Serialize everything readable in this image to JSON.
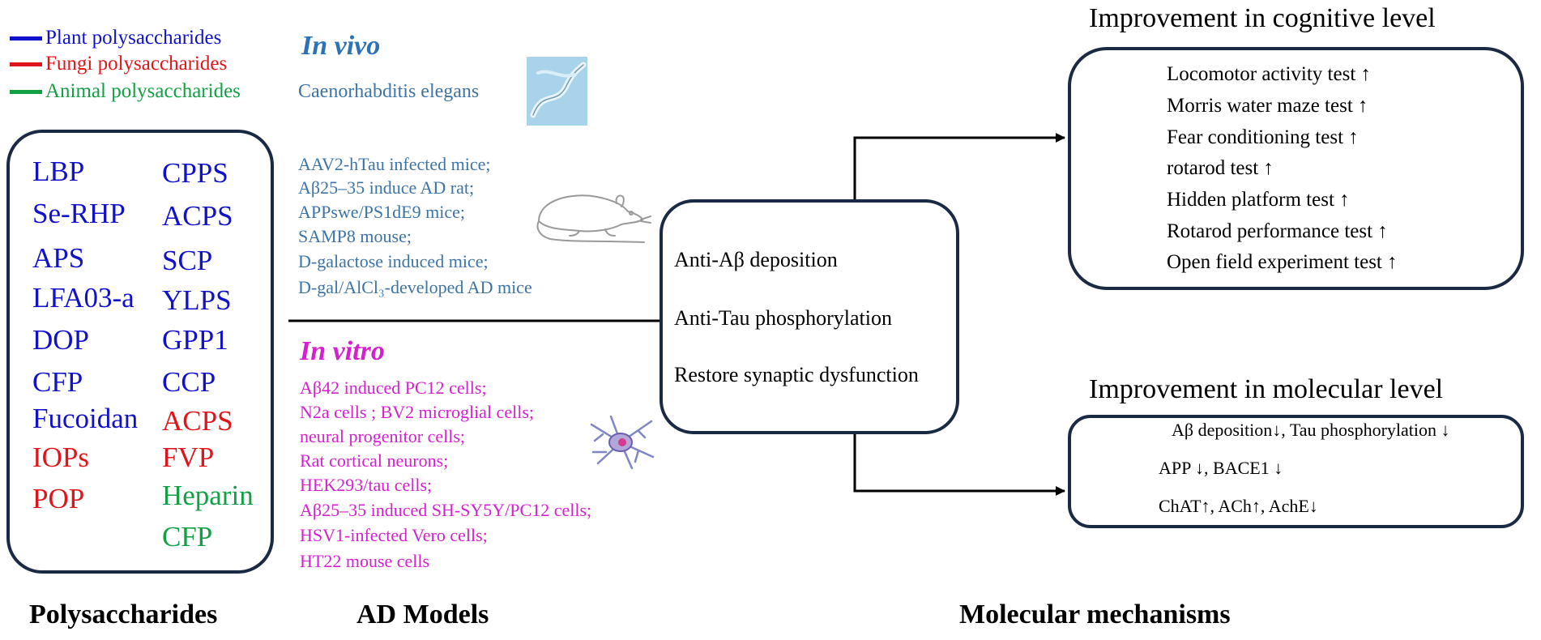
{
  "colors": {
    "plant": "#1111cc",
    "fungi": "#e0151a",
    "animal": "#11a044",
    "invivo": "#2b73b6",
    "invitro": "#d51fd0",
    "box_border": "#1b2a44"
  },
  "legend": {
    "plant": "Plant polysaccharides",
    "fungi": "Fungi polysaccharides",
    "animal": "Animal polysaccharides"
  },
  "polysaccharides": {
    "col1": [
      {
        "label": "LBP",
        "type": "plant"
      },
      {
        "label": "Se-RHP",
        "type": "plant"
      },
      {
        "label": "APS",
        "type": "plant"
      },
      {
        "label": "LFA03-a",
        "type": "plant"
      },
      {
        "label": "DOP",
        "type": "plant"
      },
      {
        "label": "CFP",
        "type": "plant"
      },
      {
        "label": "Fucoidan",
        "type": "plant"
      },
      {
        "label": "IOPs",
        "type": "fungi"
      },
      {
        "label": "POP",
        "type": "fungi"
      }
    ],
    "col2": [
      {
        "label": "CPPS",
        "type": "plant"
      },
      {
        "label": "ACPS",
        "type": "plant"
      },
      {
        "label": "SCP",
        "type": "plant"
      },
      {
        "label": "YLPS",
        "type": "plant"
      },
      {
        "label": "GPP1",
        "type": "plant"
      },
      {
        "label": "CCP",
        "type": "plant"
      },
      {
        "label": "ACPS",
        "type": "fungi"
      },
      {
        "label": "FVP",
        "type": "fungi"
      },
      {
        "label": "Heparin",
        "type": "animal"
      },
      {
        "label": "CFP",
        "type": "animal"
      }
    ]
  },
  "models": {
    "invivo_title": "In vivo",
    "celegans": "Caenorhabditis elegans",
    "invivo_list": [
      "AAV2-hTau infected mice;",
      "Aβ25–35 induce AD rat;",
      "APPswe/PS1dE9 mice;",
      "SAMP8 mouse;",
      "D-galactose induced mice;",
      "D-gal/AlCl₃-developed AD mice"
    ],
    "invitro_title": "In vitro",
    "invitro_list": [
      "Aβ42 induced PC12 cells;",
      "N2a cells ; BV2 microglial cells;",
      "neural progenitor cells;",
      "Rat cortical neurons;",
      "HEK293/tau cells;",
      "Aβ25–35 induced SH-SY5Y/PC12 cells;",
      "HSV1-infected Vero cells;",
      "HT22 mouse cells"
    ]
  },
  "mechanisms": [
    "Anti-Aβ deposition",
    "Anti-Tau phosphorylation",
    "Restore synaptic dysfunction"
  ],
  "cognitive": {
    "title": "Improvement in cognitive level",
    "items": [
      "Locomotor activity test ↑",
      "Morris water maze test ↑",
      "Fear conditioning test ↑",
      "rotarod test ↑",
      "Hidden platform test ↑",
      "Rotarod performance test ↑",
      "Open field experiment test ↑"
    ]
  },
  "molecular": {
    "title": "Improvement in molecular  level",
    "items": [
      "Aβ deposition↓, Tau phosphorylation ↓",
      "APP ↓, BACE1 ↓",
      "ChAT↑, ACh↑, AchE↓"
    ]
  },
  "footer": {
    "polysaccharides": "Polysaccharides",
    "models": "AD Models",
    "mechanisms": "Molecular mechanisms"
  }
}
